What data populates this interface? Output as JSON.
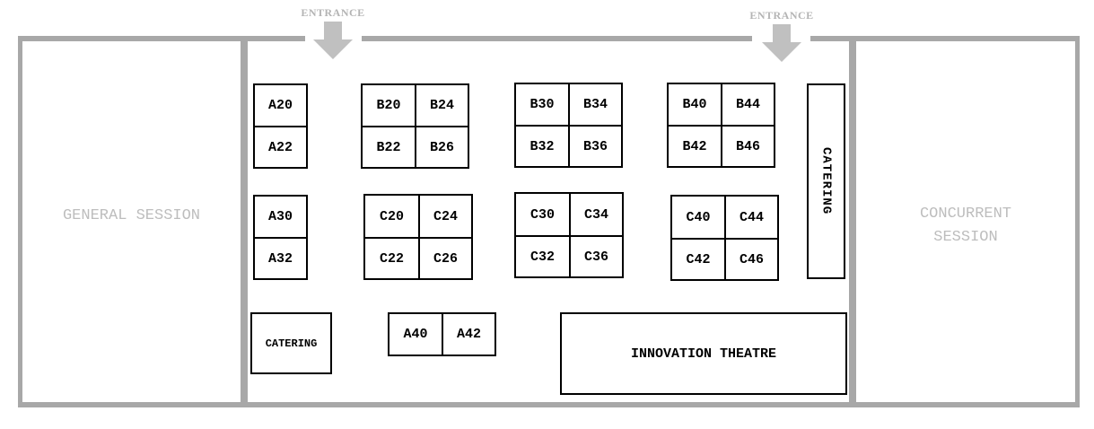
{
  "entrances": [
    "ENTRANCE",
    "ENTRANCE"
  ],
  "rooms": {
    "general_session": "GENERAL SESSION",
    "concurrent_session_line1": "CONCURRENT",
    "concurrent_session_line2": "SESSION"
  },
  "booths": {
    "A20": "A20",
    "A22": "A22",
    "A30": "A30",
    "A32": "A32",
    "A40": "A40",
    "A42": "A42",
    "B20": "B20",
    "B24": "B24",
    "B22": "B22",
    "B26": "B26",
    "B30": "B30",
    "B34": "B34",
    "B32": "B32",
    "B36": "B36",
    "B40": "B40",
    "B44": "B44",
    "B42": "B42",
    "B46": "B46",
    "C20": "C20",
    "C24": "C24",
    "C22": "C22",
    "C26": "C26",
    "C30": "C30",
    "C34": "C34",
    "C32": "C32",
    "C36": "C36",
    "C40": "C40",
    "C44": "C44",
    "C42": "C42",
    "C46": "C46"
  },
  "areas": {
    "catering_right": "CATERING",
    "catering_left": "CATERING",
    "innovation_theatre": "INNOVATION THEATRE"
  },
  "colors": {
    "wall": "#a8a8a8",
    "room_label": "#bdbdbd",
    "booth_border": "#000000"
  }
}
